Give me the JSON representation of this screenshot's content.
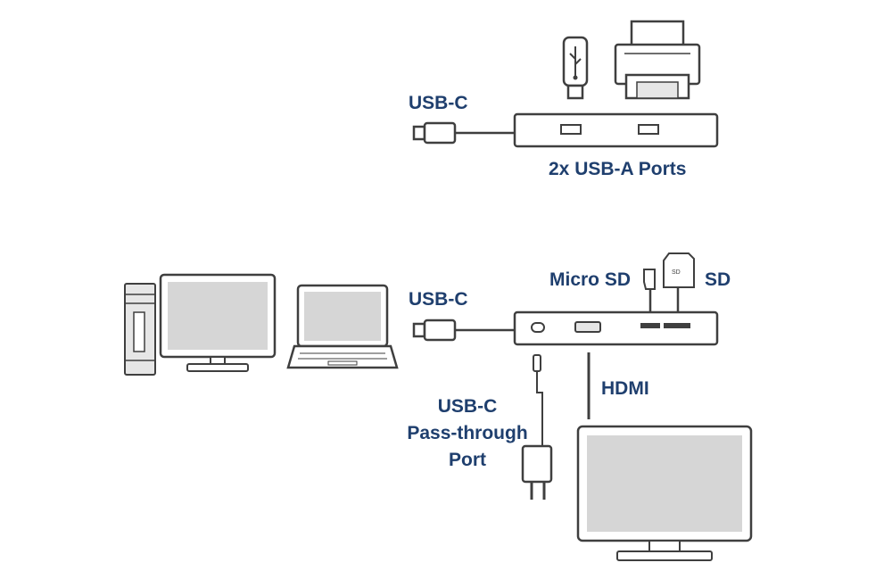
{
  "colors": {
    "label_text": "#1f3f6e",
    "outline": "#3f3f3f",
    "device_fill": "#ffffff",
    "screen_fill": "#d6d6d6",
    "body_gray": "#e6e6e6"
  },
  "top_hub": {
    "usb_c_label": "USB-C",
    "ports_label": "2x USB-A Ports",
    "peripherals": [
      "usb-flash-drive-icon",
      "printer-icon"
    ]
  },
  "bottom_hub": {
    "usb_c_label": "USB-C",
    "micro_sd_label": "Micro SD",
    "sd_label": "SD",
    "hdmi_label": "HDMI",
    "passthrough_label": {
      "line1": "USB-C",
      "line2": "Pass-through",
      "line3": "Port"
    },
    "hosts": [
      "desktop-tower-icon",
      "desktop-monitor-icon",
      "laptop-icon"
    ],
    "outputs": [
      "power-adapter-icon",
      "external-monitor-icon"
    ]
  }
}
